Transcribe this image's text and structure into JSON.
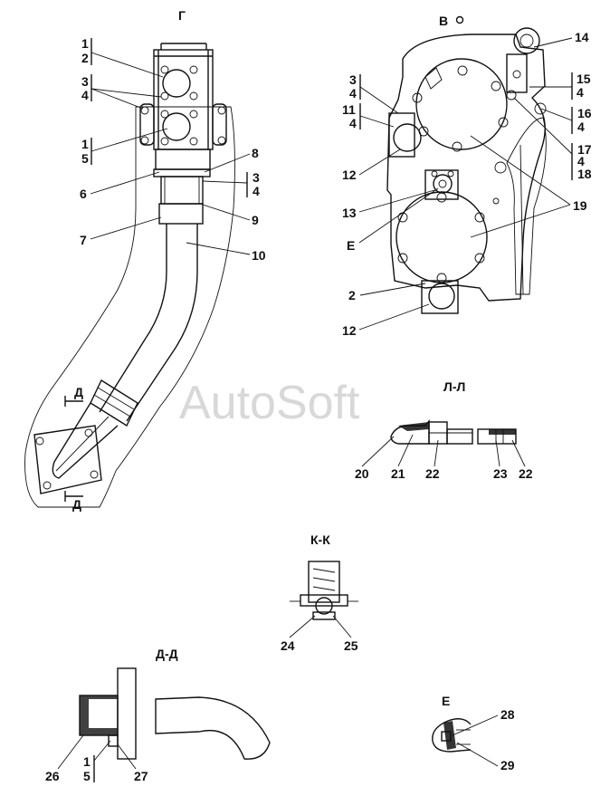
{
  "views": {
    "g": "Г",
    "v": "В",
    "ll": "Л-Л",
    "kk": "К-К",
    "dd": "Д-Д",
    "e": "Е",
    "d_top": "Д",
    "d_bottom": "Д",
    "e_mark": "Е"
  },
  "watermark": "AutoSoft",
  "callouts_left": {
    "c1a": "1",
    "c2": "2",
    "c3a": "3",
    "c4a": "4",
    "c1b": "1",
    "c5a": "5",
    "c6": "6",
    "c7": "7",
    "c8": "8",
    "c3b": "3",
    "c4b": "4",
    "c9": "9",
    "c10": "10"
  },
  "callouts_right": {
    "c14": "14",
    "c15": "15",
    "c4c": "4",
    "c3c": "3",
    "c4d": "4",
    "c11": "11",
    "c4e": "4",
    "c16": "16",
    "c4f": "4",
    "c17": "17",
    "c4g": "4",
    "c18": "18",
    "c12a": "12",
    "c13": "13",
    "c19": "19",
    "c2b": "2",
    "c12b": "12"
  },
  "callouts_ll": {
    "c20": "20",
    "c21": "21",
    "c22a": "22",
    "c23": "23",
    "c22b": "22"
  },
  "callouts_kk": {
    "c24": "24",
    "c25": "25"
  },
  "callouts_dd": {
    "c26": "26",
    "c1c": "1",
    "c5b": "5",
    "c27": "27"
  },
  "callouts_e": {
    "c28": "28",
    "c29": "29"
  }
}
